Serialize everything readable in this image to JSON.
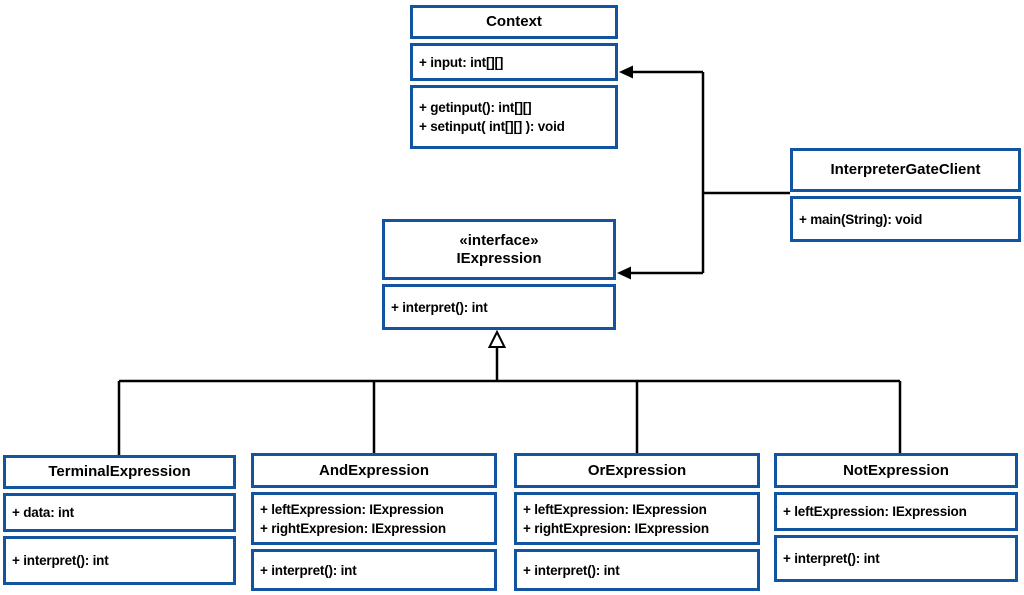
{
  "diagram": {
    "title": "Interpreter design pattern UML class diagram",
    "colors": {
      "box_border_blue": "#1254a0",
      "connector_black": "#000000",
      "compartment_fill_white": "#ffffff",
      "text_black": "#000000"
    },
    "classes": [
      {
        "id": "context",
        "stereotype": "",
        "name": "Context",
        "attributes": [
          "+ input: int[][]"
        ],
        "methods": [
          "+ getinput(): int[][]",
          "+ setinput( int[][] ): void"
        ]
      },
      {
        "id": "interpreter-gate-client",
        "stereotype": "",
        "name": "InterpreterGateClient",
        "attributes": [],
        "methods": [
          "+ main(String): void"
        ]
      },
      {
        "id": "iexpression",
        "stereotype": "«interface»",
        "name": "IExpression",
        "attributes": [],
        "methods": [
          "+ interpret(): int"
        ]
      },
      {
        "id": "terminal-expression",
        "stereotype": "",
        "name": "TerminalExpression",
        "attributes": [
          "+ data: int"
        ],
        "methods": [
          "+ interpret(): int"
        ]
      },
      {
        "id": "and-expression",
        "stereotype": "",
        "name": "AndExpression",
        "attributes": [
          "+ leftExpression: IExpression",
          "+ rightExpresion: IExpression"
        ],
        "methods": [
          "+ interpret(): int"
        ]
      },
      {
        "id": "or-expression",
        "stereotype": "",
        "name": "OrExpression",
        "attributes": [
          "+ leftExpression: IExpression",
          "+ rightExpresion: IExpression"
        ],
        "methods": [
          "+ interpret(): int"
        ]
      },
      {
        "id": "not-expression",
        "stereotype": "",
        "name": "NotExpression",
        "attributes": [
          "+ leftExpression: IExpression"
        ],
        "methods": [
          "+ interpret(): int"
        ]
      }
    ],
    "relationships": [
      {
        "type": "directed-association",
        "from": "InterpreterGateClient",
        "to": "Context"
      },
      {
        "type": "directed-association",
        "from": "InterpreterGateClient",
        "to": "IExpression"
      },
      {
        "type": "generalization",
        "from": "TerminalExpression",
        "to": "IExpression"
      },
      {
        "type": "generalization",
        "from": "AndExpression",
        "to": "IExpression"
      },
      {
        "type": "generalization",
        "from": "OrExpression",
        "to": "IExpression"
      },
      {
        "type": "generalization",
        "from": "NotExpression",
        "to": "IExpression"
      }
    ]
  }
}
